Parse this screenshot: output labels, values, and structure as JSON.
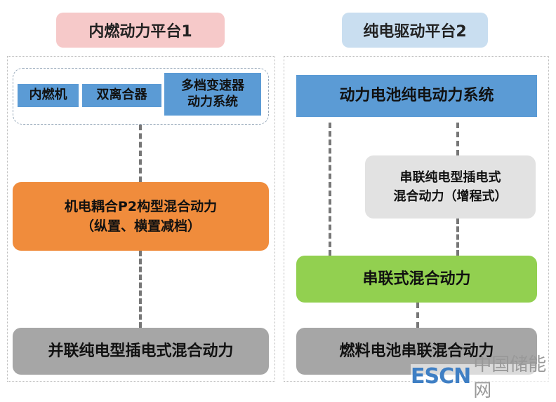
{
  "left": {
    "title": "内燃动力平台1",
    "components": [
      "内燃机",
      "双离合器",
      "多档变速器动力系统"
    ],
    "component3_lines": [
      "多档变速器",
      "动力系统"
    ],
    "middle_lines": [
      "机电耦合P2构型混合动力",
      "（纵置、横置减档）"
    ],
    "bottom": "并联纯电型插电式混合动力"
  },
  "right": {
    "title": "纯电驱动平台2",
    "top": "动力电池纯电动力系统",
    "range_lines": [
      "串联纯电型插电式",
      "混合动力（增程式）"
    ],
    "series": "串联式混合动力",
    "bottom": "燃料电池串联混合动力"
  },
  "watermark": {
    "latin": "ESCN",
    "cjk": "中国储能网"
  },
  "colors": {
    "pink": "#f6c9c9",
    "lightblue": "#c9def0",
    "blue": "#5b9bd5",
    "orange": "#f08c3c",
    "green": "#92d050",
    "gray": "#a6a6a6",
    "lightgray": "#e2e2e2"
  }
}
